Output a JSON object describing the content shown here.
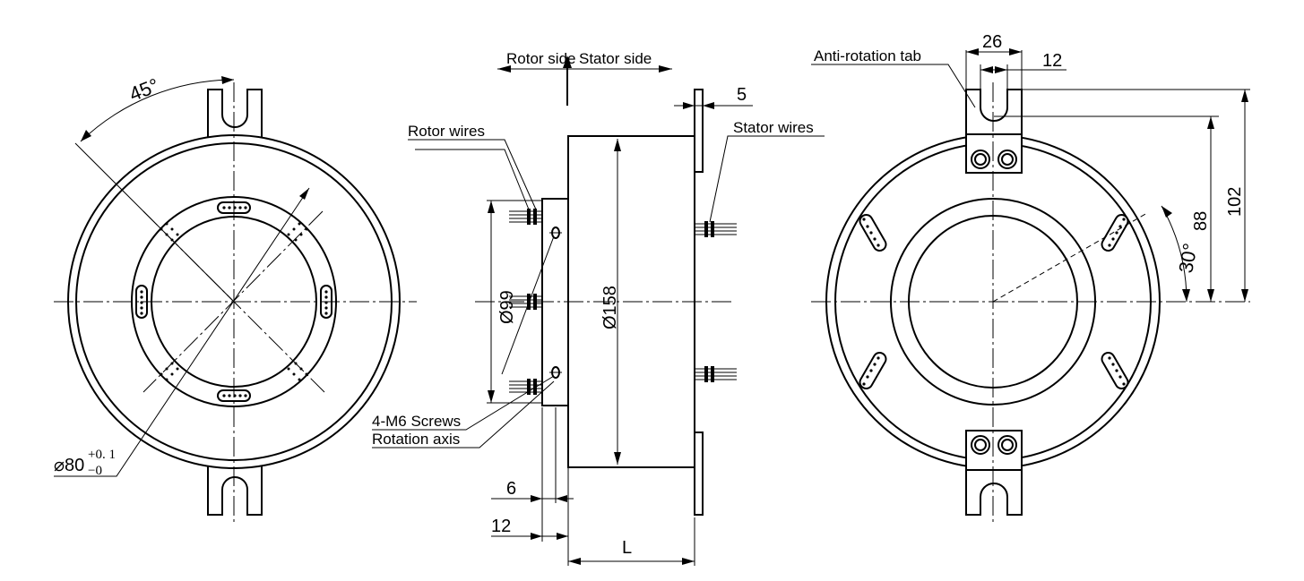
{
  "labels": {
    "rotor_side": "Rotor side",
    "stator_side": "Stator side",
    "rotor_wires": "Rotor wires",
    "stator_wires": "Stator wires",
    "anti_rotation_tab": "Anti-rotation tab",
    "screws": "4-M6 Screws",
    "rotation_axis": "Rotation axis"
  },
  "dimensions": {
    "angle_45": "45°",
    "bore_symbol": "⌀80",
    "bore_tol_upper": "+0. 1",
    "bore_tol_lower": "−0",
    "d99": "Ø99",
    "d158": "Ø158",
    "t5": "5",
    "t6": "6",
    "t12_side": "12",
    "length": "L",
    "w26": "26",
    "w12": "12",
    "h88": "88",
    "h102": "102",
    "angle_30": "30°"
  }
}
